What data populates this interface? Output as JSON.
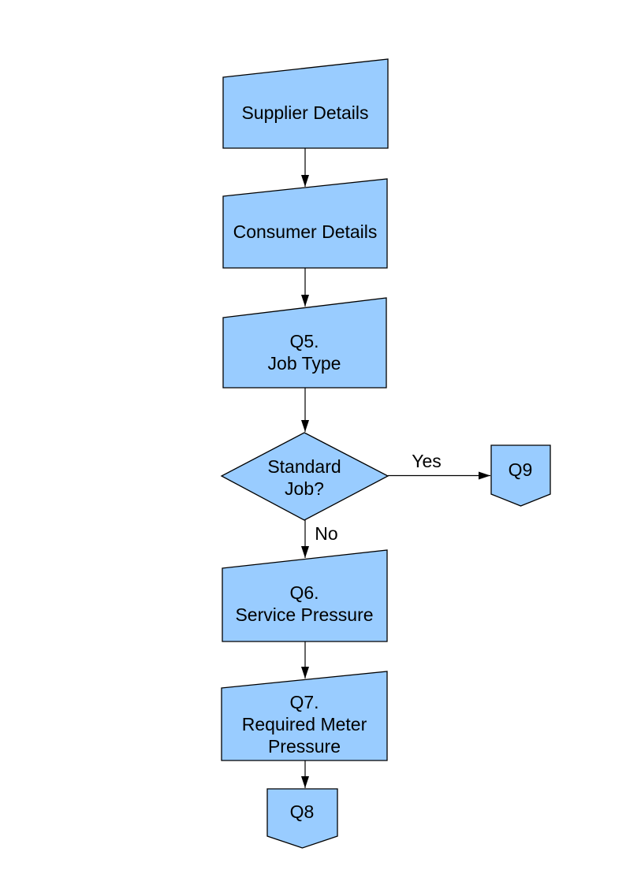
{
  "diagram": {
    "type": "flowchart",
    "colors": {
      "background": "#FFFFFF",
      "node_fill": "#99CCFF",
      "node_border": "#000000",
      "text": "#000000"
    },
    "nodes": [
      {
        "id": "supplier-details",
        "shape": "manual-input",
        "label": "Supplier Details"
      },
      {
        "id": "consumer-details",
        "shape": "manual-input",
        "label": "Consumer Details"
      },
      {
        "id": "q5-job-type",
        "shape": "manual-input",
        "label": "Q5.\nJob Type"
      },
      {
        "id": "standard-job-decision",
        "shape": "decision",
        "label": "Standard\nJob?"
      },
      {
        "id": "q9-connector",
        "shape": "off-page-connector",
        "label": "Q9"
      },
      {
        "id": "q6-service-pressure",
        "shape": "manual-input",
        "label": "Q6.\nService Pressure"
      },
      {
        "id": "q7-required-meter-pressure",
        "shape": "manual-input",
        "label": "Q7.\nRequired Meter\nPressure"
      },
      {
        "id": "q8-connector",
        "shape": "off-page-connector",
        "label": "Q8"
      }
    ],
    "edges": [
      {
        "from": "supplier-details",
        "to": "consumer-details",
        "label": ""
      },
      {
        "from": "consumer-details",
        "to": "q5-job-type",
        "label": ""
      },
      {
        "from": "q5-job-type",
        "to": "standard-job-decision",
        "label": ""
      },
      {
        "from": "standard-job-decision",
        "to": "q9-connector",
        "label": "Yes"
      },
      {
        "from": "standard-job-decision",
        "to": "q6-service-pressure",
        "label": "No"
      },
      {
        "from": "q6-service-pressure",
        "to": "q7-required-meter-pressure",
        "label": ""
      },
      {
        "from": "q7-required-meter-pressure",
        "to": "q8-connector",
        "label": ""
      }
    ]
  }
}
